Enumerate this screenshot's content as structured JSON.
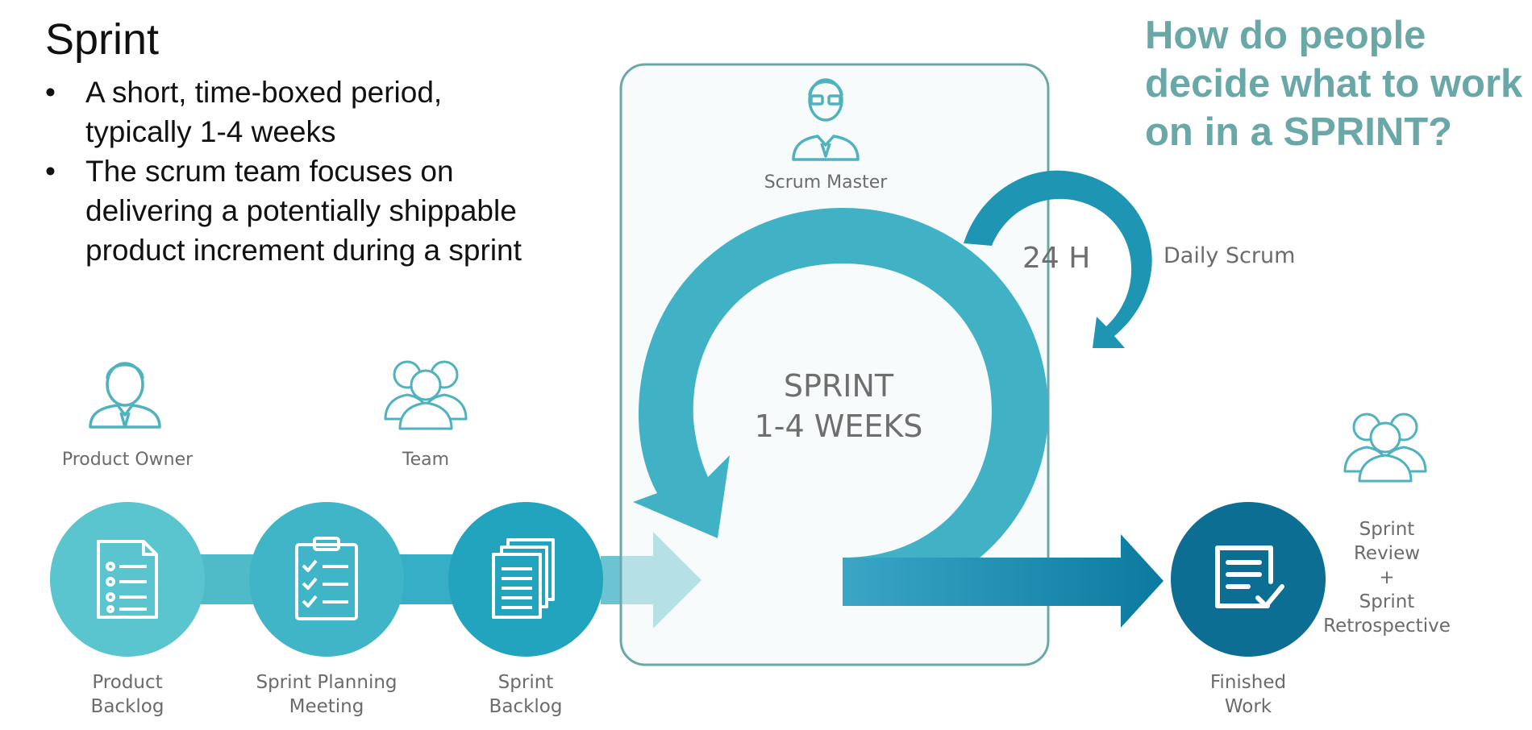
{
  "slide": {
    "title": "Sprint",
    "bullets": [
      "A short, time-boxed period, typically 1-4 weeks",
      "The scrum team focuses on delivering a potentially shippable product increment during a sprint"
    ],
    "question": "How do people decide what to work on in a SPRINT?"
  },
  "roles": {
    "product_owner": "Product Owner",
    "team": "Team",
    "scrum_master": "Scrum Master"
  },
  "steps": {
    "product_backlog": [
      "Product",
      "Backlog"
    ],
    "sprint_planning": [
      "Sprint Planning",
      "Meeting"
    ],
    "sprint_backlog": [
      "Sprint",
      "Backlog"
    ],
    "finished_work": [
      "Finished",
      "Work"
    ],
    "review": [
      "Sprint",
      "Review",
      "+",
      "Sprint",
      "Retrospective"
    ]
  },
  "cycle": {
    "line1": "SPRINT",
    "line2": "1-4 WEEKS",
    "daily": "24 H",
    "daily_label": "Daily Scrum"
  },
  "colors": {
    "teal_light": "#5dc3cf",
    "teal": "#3aafc4",
    "teal_mid": "#1e9ab8",
    "teal_dark": "#0c6f93",
    "frame": "#6aa8a8",
    "frame_fill": "#f3f8f8",
    "question": "#6aa8a8"
  }
}
